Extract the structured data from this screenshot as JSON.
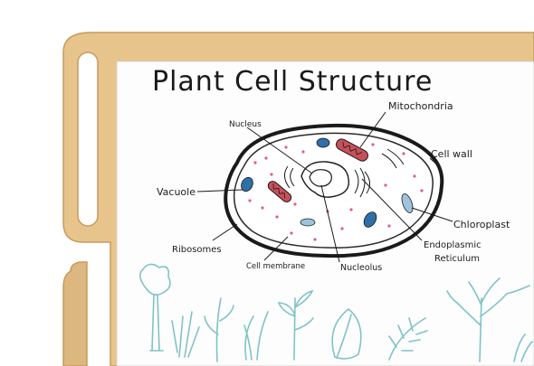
{
  "diagram": {
    "title": "Plant Cell Structure",
    "labels": {
      "mitochondria": "Mitochondria",
      "nucleus": "Nucleus",
      "cell_wall": "Cell wall",
      "vacuole": "Vacuole",
      "chloroplast": "Chloroplast",
      "ribosomes": "Ribosomes",
      "cell_membrane": "Cell membrane",
      "nucleolus": "Nucleolus",
      "er_line1": "Endoplasmic",
      "er_line2": "Reticulum"
    }
  },
  "colors": {
    "wood": "#e8c48d",
    "wood_edge": "#c89a5c",
    "board": "#fdfdfd",
    "marker_black": "#1a1a1a",
    "vacuole_blue": "#2f6fa8",
    "mito_red": "#c9505a",
    "ribosome_pink": "#e0607a",
    "doodle_teal": "#7fc3c9"
  }
}
